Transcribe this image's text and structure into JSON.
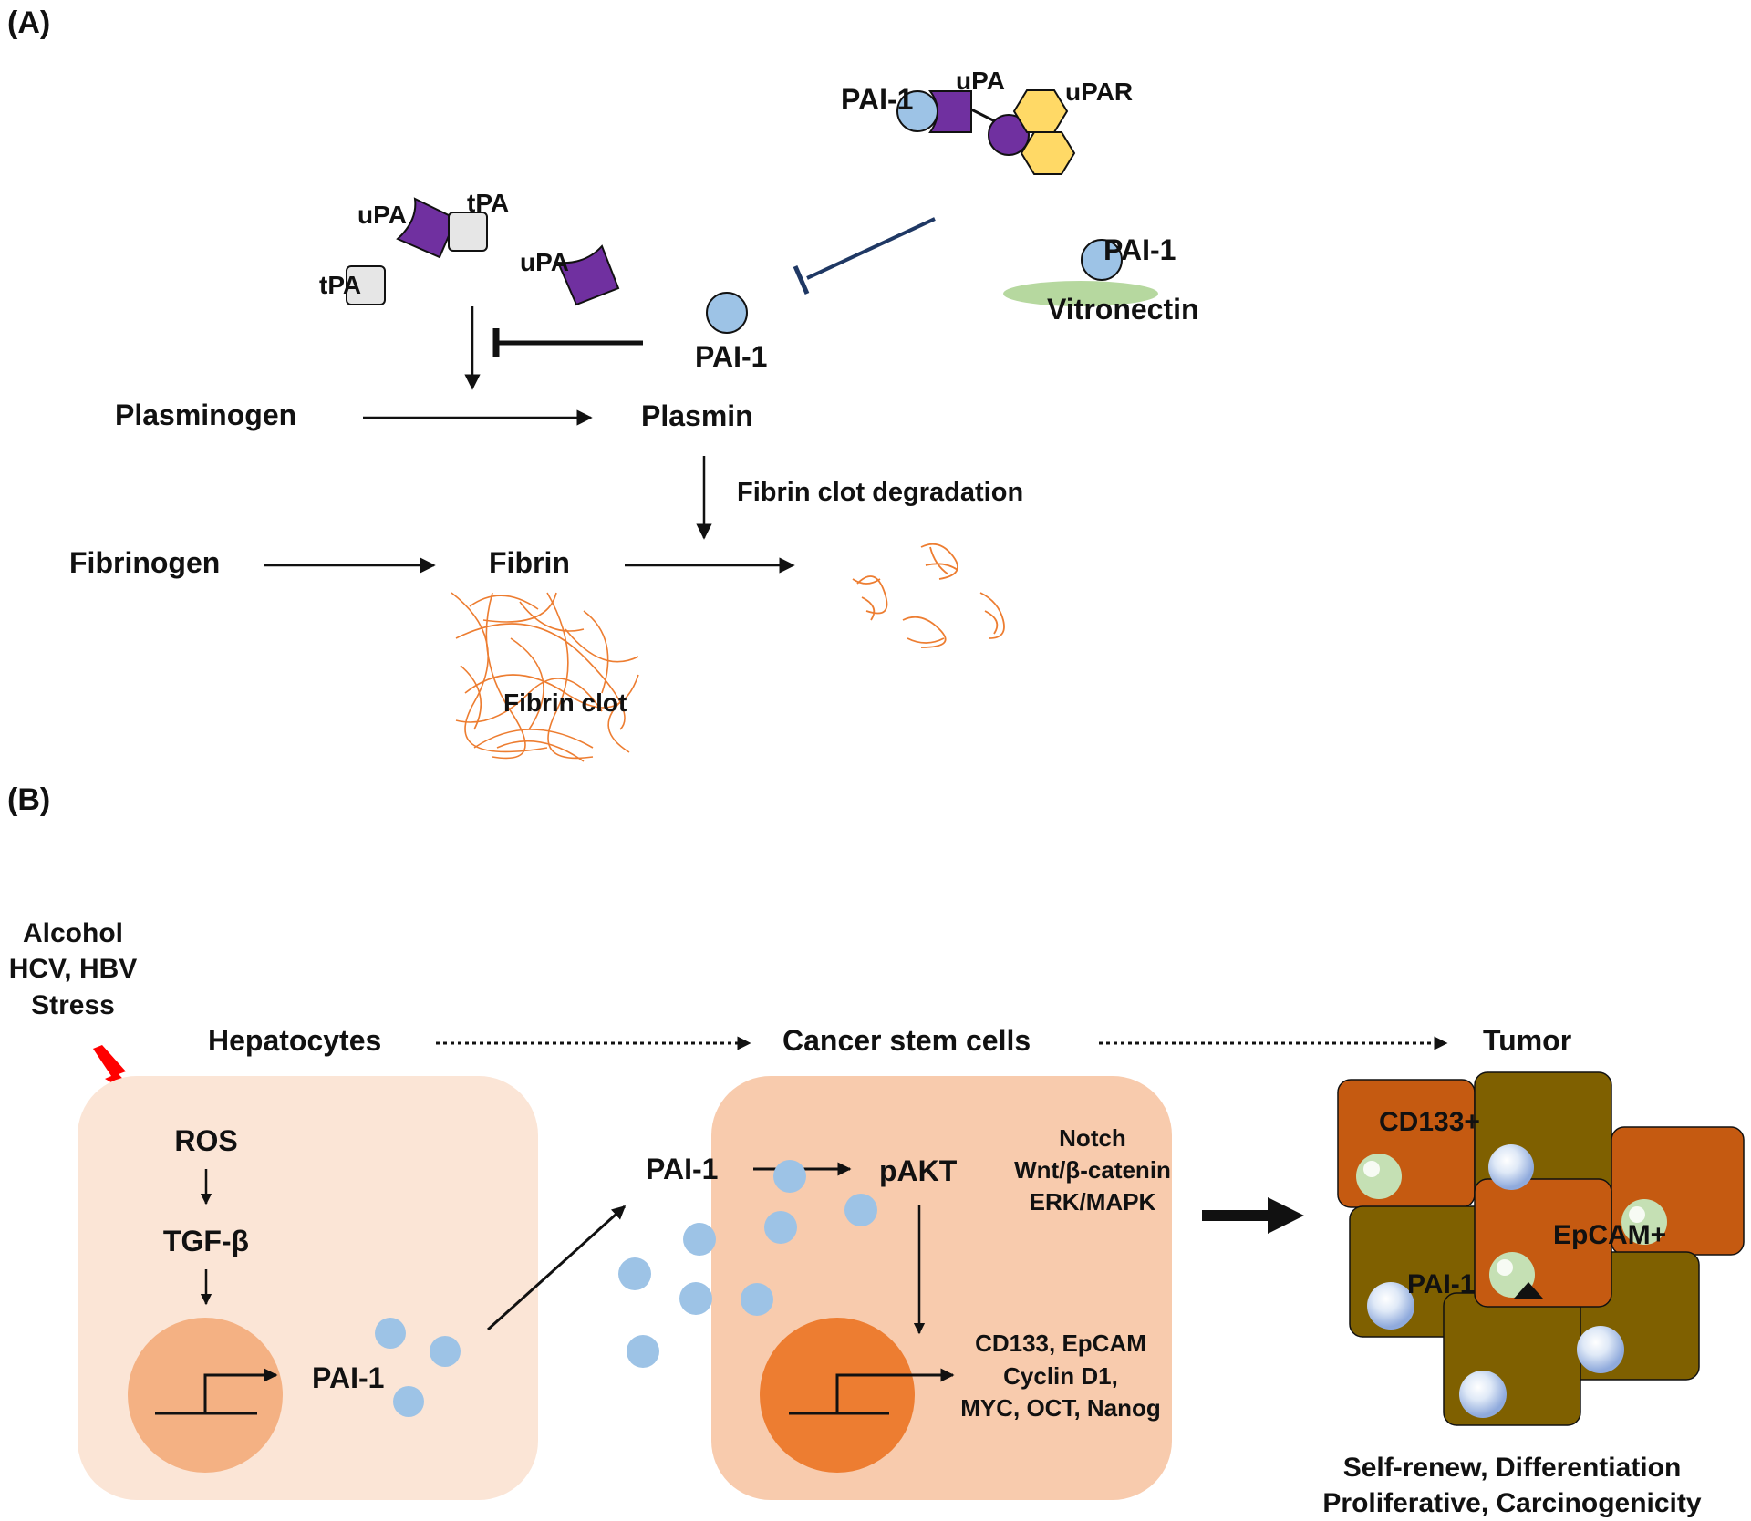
{
  "colors": {
    "upa_purple": "#7030a0",
    "upar_yellow": "#ffd966",
    "pai1_blue": "#9dc3e6",
    "tpa_gray": "#e6e6e6",
    "fibrin_orange": "#ed7d31",
    "hepatocyte_cell": "#fbe5d6",
    "hepatocyte_nucleus": "#f4b183",
    "csc_cell": "#f8cbad",
    "csc_nucleus": "#ed7d31",
    "inhibitor_navy": "#1f3864",
    "vitronectin_green": "#a9d18e",
    "lightning_red": "#ff0000",
    "tumor_orange": "#c55a11",
    "tumor_olive": "#7f6000",
    "inner_green": "#c5e0b4",
    "inner_purple": "#8faadc"
  },
  "panel_a": {
    "label": "(A)",
    "complex": {
      "pai1": "PAI-1",
      "upa": "uPA",
      "upar": "uPAR"
    },
    "activators": {
      "upa_1": "uPA",
      "tpa_1": "tPA",
      "tpa_2": "tPA",
      "upa_2": "uPA"
    },
    "free_pai1": "PAI-1",
    "vitronectin": {
      "pai1": "PAI-1",
      "label": "Vitronectin"
    },
    "plasminogen": "Plasminogen",
    "plasmin": "Plasmin",
    "degradation": "Fibrin clot degradation",
    "fibrinogen": "Fibrinogen",
    "fibrin": "Fibrin",
    "fibrin_clot": "Fibrin clot"
  },
  "panel_b": {
    "label": "(B)",
    "risk_factors": [
      "Alcohol",
      "HCV, HBV",
      "Stress"
    ],
    "stages": {
      "hepatocytes": "Hepatocytes",
      "csc": "Cancer stem cells",
      "tumor": "Tumor"
    },
    "hepatocyte": {
      "ros": "ROS",
      "tgf": "TGF-β",
      "pai1": "PAI-1"
    },
    "csc": {
      "pai1": "PAI-1",
      "pakt": "pAKT",
      "pathways": [
        "Notch",
        "Wnt/β-catenin",
        "ERK/MAPK"
      ],
      "targets": [
        "CD133, EpCAM",
        "Cyclin D1,",
        "MYC, OCT, Nanog"
      ]
    },
    "tumor": {
      "cd133": "CD133+",
      "epcam": "EpCAM+",
      "pai1": "PAI-1",
      "properties": [
        "Self-renew, Differentiation",
        "Proliferative, Carcinogenicity"
      ]
    }
  }
}
